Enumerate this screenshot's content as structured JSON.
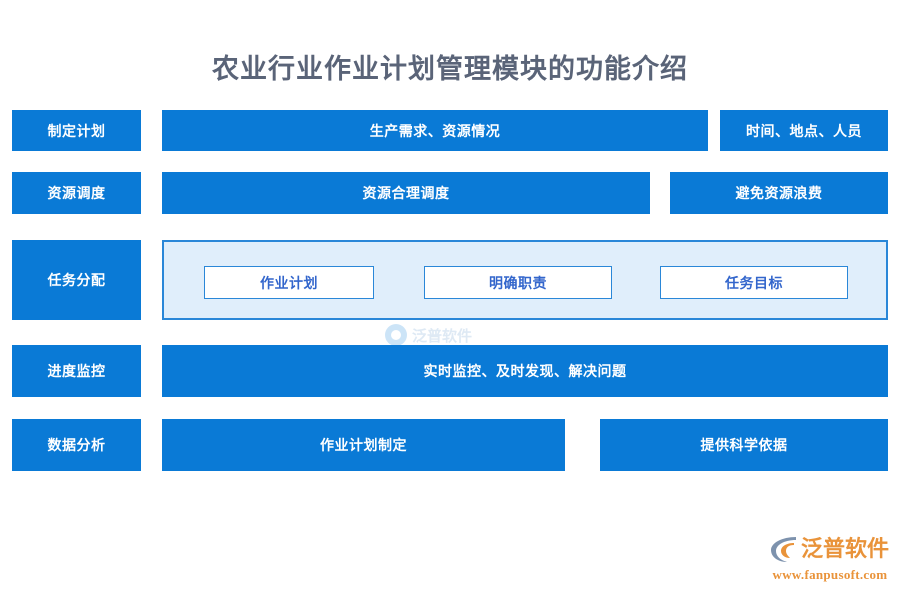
{
  "page": {
    "title": "农业行业作业计划管理模块的功能介绍",
    "background_color": "#ffffff",
    "accent_color": "#0a7ad6",
    "panel_fill_color": "#e0eefb",
    "panel_border_color": "#2a87d8",
    "title_color": "#5a6478",
    "subbox_text_color": "#3366cc"
  },
  "watermark": {
    "text": "泛普软件"
  },
  "rows": [
    {
      "label": "制定计划",
      "middle": "生产需求、资源情况",
      "right": "时间、地点、人员"
    },
    {
      "label": "资源调度",
      "middle": "资源合理调度",
      "right": "避免资源浪费"
    },
    {
      "label": "任务分配",
      "sub_boxes": [
        "作业计划",
        "明确职责",
        "任务目标"
      ]
    },
    {
      "label": "进度监控",
      "middle": "实时监控、及时发现、解决问题"
    },
    {
      "label": "数据分析",
      "middle": "作业计划制定",
      "right": "提供科学依据"
    }
  ],
  "logo": {
    "name": "泛普软件",
    "url": "www.fanpusoft.com",
    "color": "#e9933a"
  }
}
